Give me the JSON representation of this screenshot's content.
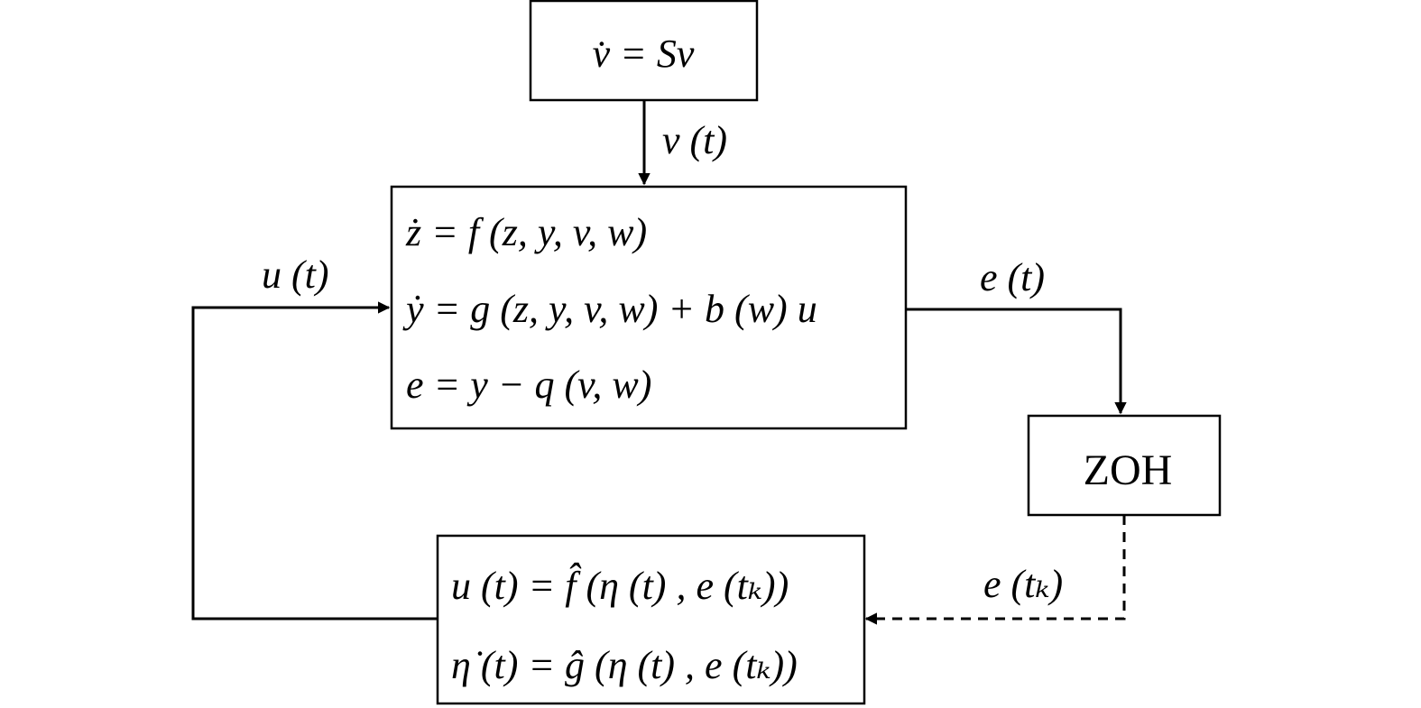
{
  "blocks": {
    "exosystem": {
      "equation": "v̇ = Sv"
    },
    "plant": {
      "equations": [
        "ż = f (z, y, v, w)",
        "ẏ = g (z, y, v, w) + b (w) u",
        "e = y − q (v, w)"
      ]
    },
    "zoh": {
      "label": "ZOH"
    },
    "controller": {
      "equations": [
        "u (t) = f̂ (η (t) , e (tₖ))",
        "η̇ (t) = ĝ (η (t) , e (tₖ))"
      ]
    }
  },
  "signals": {
    "exosystem_to_plant": "v (t)",
    "controller_to_plant": "u (t)",
    "plant_to_zoh": "e (t)",
    "zoh_to_controller": "e (tₖ)"
  }
}
